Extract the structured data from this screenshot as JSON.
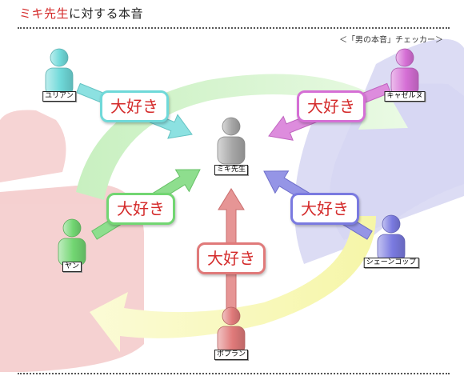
{
  "title": {
    "highlight": "ミキ先生",
    "rest": "に対する本音"
  },
  "credit": "＜「男の本音」チェッカー＞",
  "center": {
    "name": "ミキ先生",
    "color": "#a6a6a6"
  },
  "people": [
    {
      "key": "yurian",
      "name": "ユリアン",
      "label": "大好き",
      "color": "#6fd9d9"
    },
    {
      "key": "kyazeru",
      "name": "キャゼルヌ",
      "label": "大好き",
      "color": "#d56fd5"
    },
    {
      "key": "yan",
      "name": "ヤン",
      "label": "大好き",
      "color": "#72d672"
    },
    {
      "key": "shenkopf",
      "name": "シェーンコップ",
      "label": "大好き",
      "color": "#7a7ae0"
    },
    {
      "key": "poplan",
      "name": "ポプラン",
      "label": "大好き",
      "color": "#e07a7a"
    }
  ]
}
